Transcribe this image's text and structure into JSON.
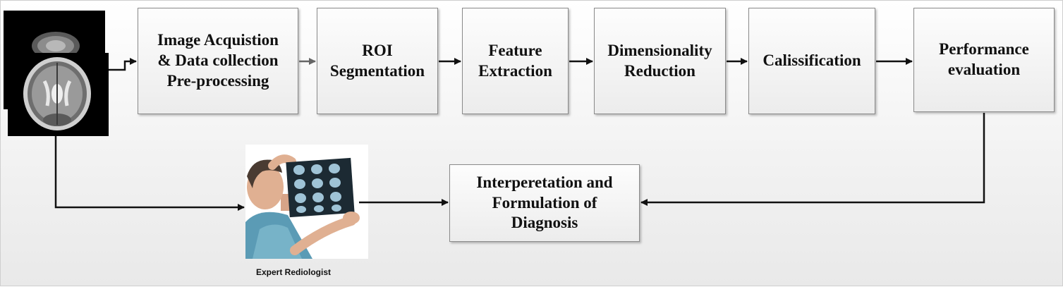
{
  "diagram": {
    "nodes": [
      {
        "id": "acquisition",
        "label": "Image Acquistion\n& Data collection\nPre-processing"
      },
      {
        "id": "roi",
        "label": "ROI\nSegmentation"
      },
      {
        "id": "feature",
        "label": "Feature\nExtraction"
      },
      {
        "id": "dimred",
        "label": "Dimensionality\nReduction"
      },
      {
        "id": "classification",
        "label": "Calissification"
      },
      {
        "id": "performance",
        "label": "Performance\nevaluation"
      },
      {
        "id": "diagnosis",
        "label": "Interperetation and\nFormulation of\nDiagnosis"
      }
    ],
    "edges": [
      {
        "from": "mri-input",
        "to": "acquisition"
      },
      {
        "from": "acquisition",
        "to": "roi"
      },
      {
        "from": "roi",
        "to": "feature"
      },
      {
        "from": "feature",
        "to": "dimred"
      },
      {
        "from": "dimred",
        "to": "classification"
      },
      {
        "from": "classification",
        "to": "performance"
      },
      {
        "from": "performance",
        "to": "diagnosis"
      },
      {
        "from": "mri-input",
        "to": "expert-radiologist"
      },
      {
        "from": "expert-radiologist",
        "to": "diagnosis"
      }
    ],
    "expert_caption": "Expert Rediologist"
  },
  "colors": {
    "box_border": "#8a8a8a",
    "arrow": "#111111",
    "mri_background": "#000000"
  }
}
